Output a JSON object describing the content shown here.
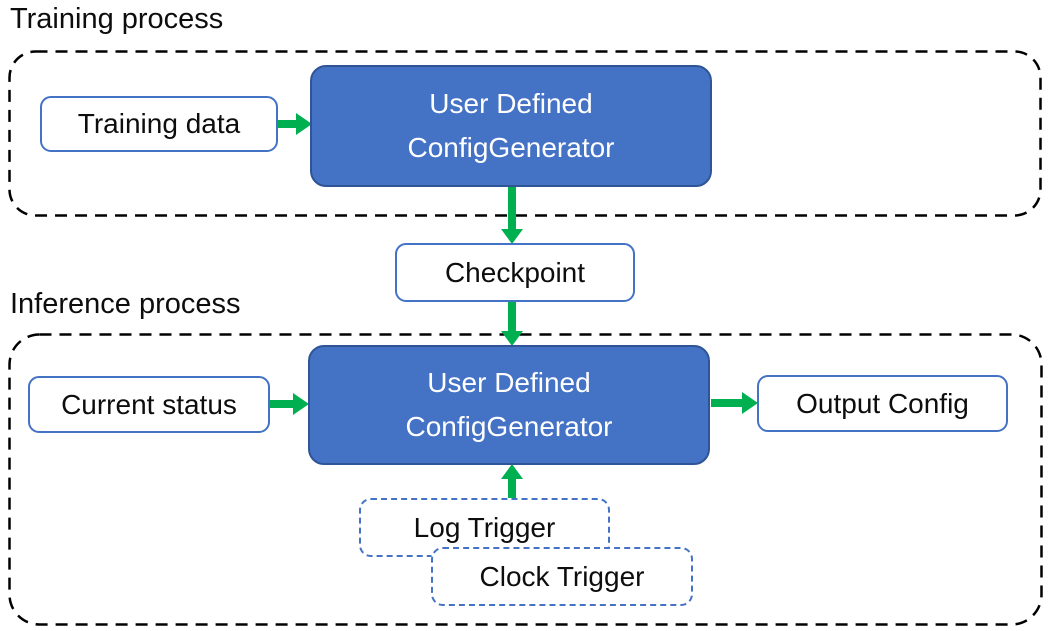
{
  "colors": {
    "node_fill": "#4472C4",
    "node_border": "#2F5597",
    "outline_blue": "#4472C4",
    "arrow_green": "#00B050",
    "container_dash": "#000000",
    "text_dark": "#0d0d0d",
    "text_light": "#ffffff"
  },
  "training": {
    "section_label": "Training process",
    "input_label": "Training data",
    "generator_line1": "User Defined",
    "generator_line2": "ConfigGenerator"
  },
  "checkpoint_label": "Checkpoint",
  "inference": {
    "section_label": "Inference process",
    "input_label": "Current status",
    "generator_line1": "User Defined",
    "generator_line2": "ConfigGenerator",
    "output_label": "Output Config",
    "triggers": [
      {
        "label": "Log Trigger"
      },
      {
        "label": "Clock Trigger"
      }
    ]
  }
}
